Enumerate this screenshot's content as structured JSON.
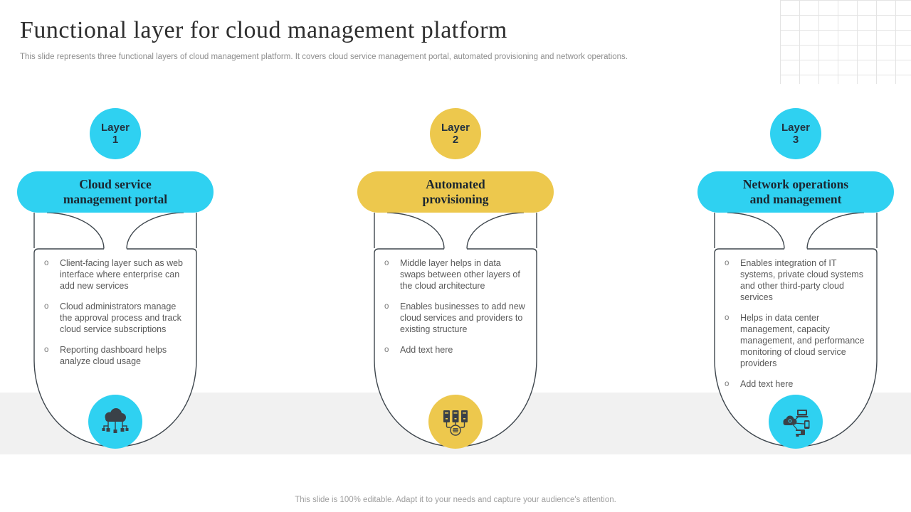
{
  "bullet_marker": "o",
  "colors": {
    "cyan": "#2fd1f1",
    "yellow": "#edc84d",
    "band": "#f1f1f1",
    "grid": "#e4e4e4",
    "outline": "#3e464d",
    "icon-dark": "#3a4148"
  },
  "slide": {
    "title": "Functional layer for cloud management platform",
    "subtitle": "This slide represents three functional layers of cloud management platform. It covers cloud service management portal, automated provisioning and network operations.",
    "footer": "This slide is 100% editable. Adapt it to your needs and capture your audience's attention."
  },
  "columns": [
    {
      "layer_label": "Layer\n1",
      "header": "Cloud service\nmanagement portal",
      "accent": "cyan",
      "icon": "cloud-network-icon",
      "bullets": [
        "Client-facing layer such as web interface where enterprise can add new services",
        "Cloud administrators manage the approval process and track cloud service subscriptions",
        "Reporting dashboard helps analyze cloud usage"
      ]
    },
    {
      "layer_label": "Layer\n2",
      "header": "Automated\nprovisioning",
      "accent": "yellow",
      "icon": "server-stack-icon",
      "bullets": [
        "Middle layer helps in data swaps between other layers of the cloud architecture",
        "Enables businesses to add new cloud services and providers to existing structure",
        "Add text here"
      ]
    },
    {
      "layer_label": "Layer\n3",
      "header": "Network operations\nand management",
      "accent": "cyan",
      "icon": "cloud-devices-icon",
      "bullets": [
        "Enables integration of IT systems, private cloud systems and other third-party cloud services",
        "Helps in data center management, capacity management, and performance monitoring of cloud service providers",
        "Add text here"
      ]
    }
  ]
}
